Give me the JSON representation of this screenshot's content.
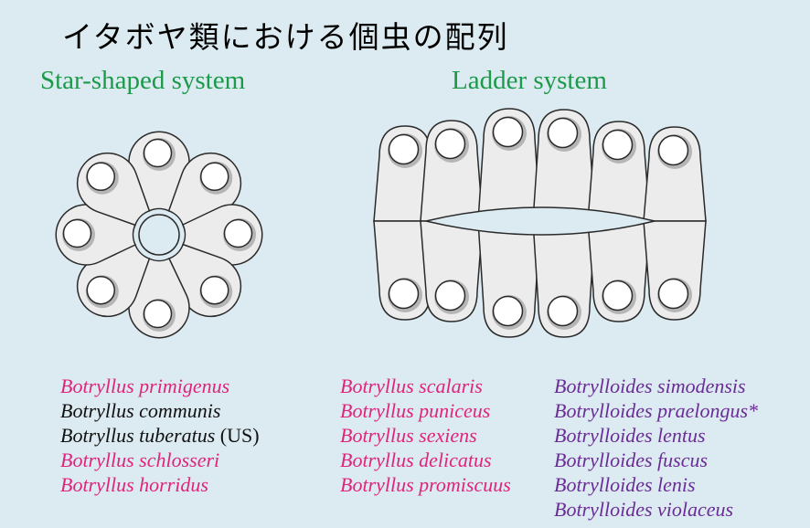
{
  "title": "イタボヤ類における個虫の配列",
  "star_system": {
    "heading": "Star-shaped system",
    "species": [
      {
        "name": "Botryllus primigenus",
        "suffix": "",
        "color": "#e0247c"
      },
      {
        "name": "Botryllus communis",
        "suffix": "",
        "color": "#111111"
      },
      {
        "name": "Botryllus tuberatus",
        "suffix": " (US)",
        "color": "#111111"
      },
      {
        "name": "Botryllus schlosseri",
        "suffix": "",
        "color": "#e0247c"
      },
      {
        "name": "Botryllus horridus",
        "suffix": "",
        "color": "#e0247c"
      }
    ]
  },
  "ladder_system": {
    "heading": "Ladder system",
    "species_left": [
      {
        "name": "Botryllus scalaris",
        "color": "#e0247c"
      },
      {
        "name": "Botryllus puniceus",
        "color": "#e0247c"
      },
      {
        "name": "Botryllus sexiens",
        "color": "#e0247c"
      },
      {
        "name": "Botryllus delicatus",
        "color": "#e0247c"
      },
      {
        "name": "Botryllus promiscuus",
        "color": "#e0247c"
      }
    ],
    "species_right": [
      {
        "name": "Botrylloides simodensis",
        "color": "#6a2c96"
      },
      {
        "name": "Botrylloides praelongus*",
        "color": "#6a2c96"
      },
      {
        "name": "Botrylloides lentus",
        "color": "#6a2c96"
      },
      {
        "name": "Botrylloides fuscus",
        "color": "#6a2c96"
      },
      {
        "name": "Botrylloides lenis",
        "color": "#6a2c96"
      },
      {
        "name": "Botrylloides violaceus",
        "color": "#6a2c96"
      }
    ]
  },
  "colors": {
    "background": "#dcebf1",
    "heading_green": "#1b9a4a",
    "zooid_fill": "#ececec",
    "zooid_stroke": "#2a2a2a"
  }
}
